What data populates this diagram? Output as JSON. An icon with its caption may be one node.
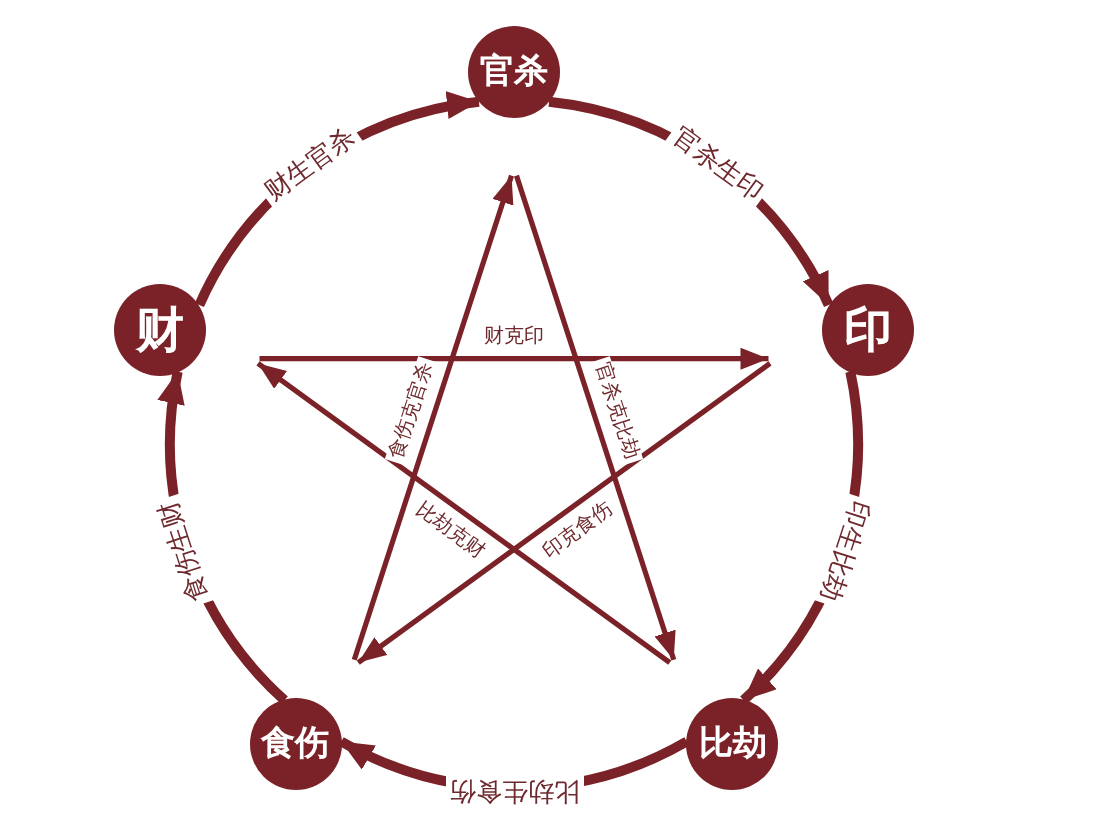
{
  "diagram": {
    "nodes": [
      {
        "text": [
          "官杀"
        ]
      },
      {
        "text": [
          "印"
        ]
      },
      {
        "text": [
          "比劫"
        ]
      },
      {
        "text": [
          "食伤"
        ]
      },
      {
        "text": [
          "财"
        ]
      }
    ],
    "edges": [
      {
        "from": 4,
        "to": 0,
        "arrow": "to",
        "label": "财生官杀",
        "style": "thick"
      },
      {
        "from": 0,
        "to": 1,
        "arrow": "to",
        "label": "官杀生印",
        "style": "thick"
      },
      {
        "from": 1,
        "to": 2,
        "arrow": "to",
        "label": "印生比劫",
        "style": "thick"
      },
      {
        "from": 2,
        "to": 3,
        "arrow": "to",
        "label": "比劫生食伤",
        "style": "thick"
      },
      {
        "from": 3,
        "to": 4,
        "arrow": "to",
        "label": "食伤生财",
        "style": "thick"
      },
      {
        "from": 4,
        "to": 1,
        "arrow": "to",
        "label": "财克印"
      },
      {
        "from": 0,
        "to": 2,
        "arrow": "to",
        "label": "官杀克比劫"
      },
      {
        "from": 1,
        "to": 3,
        "arrow": "to",
        "label": "印克食伤"
      },
      {
        "from": 3,
        "to": 0,
        "arrow": "to",
        "label": "食伤克官杀"
      },
      {
        "from": 2,
        "to": 4,
        "arrow": "to",
        "label": "比劫克财"
      }
    ]
  }
}
